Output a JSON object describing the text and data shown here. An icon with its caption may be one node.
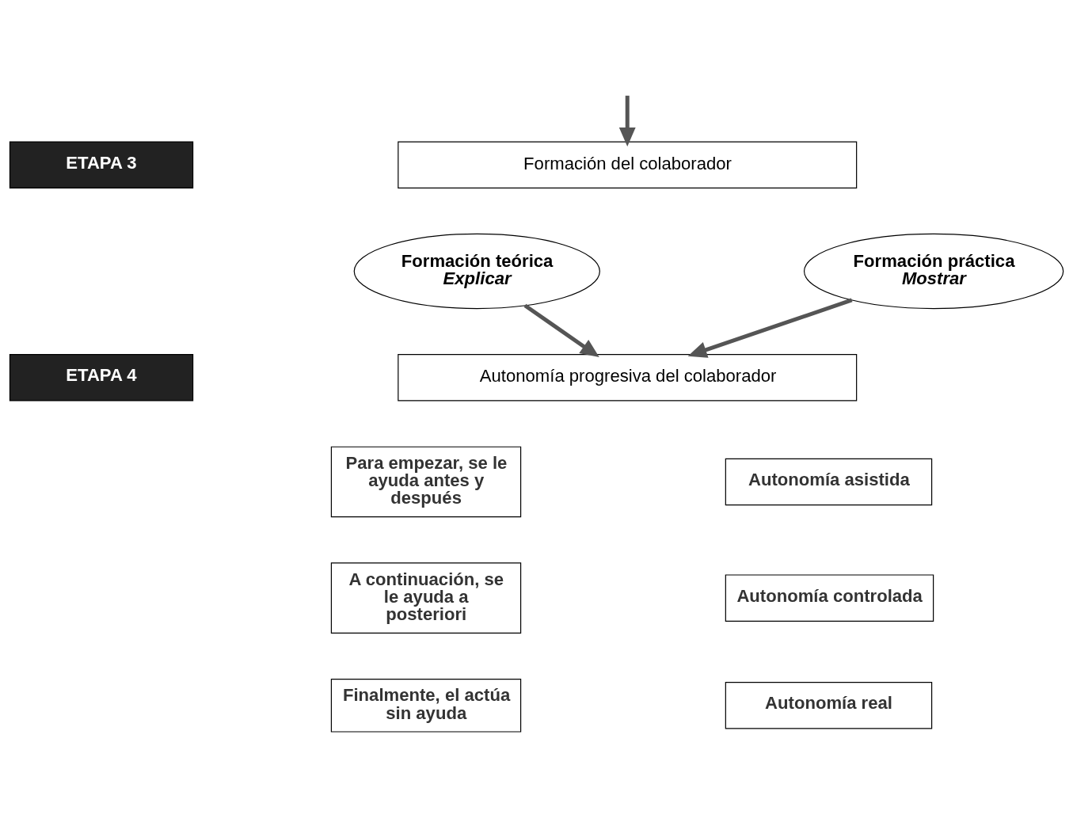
{
  "diagram": {
    "nodes": [
      {
        "text": [
          "ETAPA 3"
        ]
      },
      {
        "text": [
          "Formación del colaborador"
        ]
      },
      {
        "text": [
          "Formación teórica",
          "Explicar"
        ]
      },
      {
        "text": [
          "Formación práctica",
          "Mostrar"
        ]
      },
      {
        "text": [
          "ETAPA 4"
        ]
      },
      {
        "text": [
          "Autonomía progresiva del colaborador"
        ]
      },
      {
        "text": [
          "Para empezar, se le ayuda antes y después"
        ]
      },
      {
        "text": [
          "Autonomía asistida"
        ]
      },
      {
        "text": [
          "A continuación, se le ayuda a posteriori"
        ]
      },
      {
        "text": [
          "Autonomía controlada"
        ]
      },
      {
        "text": [
          "Finalmente, el actúa sin ayuda"
        ]
      },
      {
        "text": [
          "Autonomía real"
        ]
      }
    ],
    "edges": [
      {
        "from": null,
        "to": 1,
        "arrow": "to"
      },
      {
        "from": 2,
        "to": 5,
        "arrow": "to"
      },
      {
        "from": 3,
        "to": 5,
        "arrow": "to"
      }
    ]
  }
}
